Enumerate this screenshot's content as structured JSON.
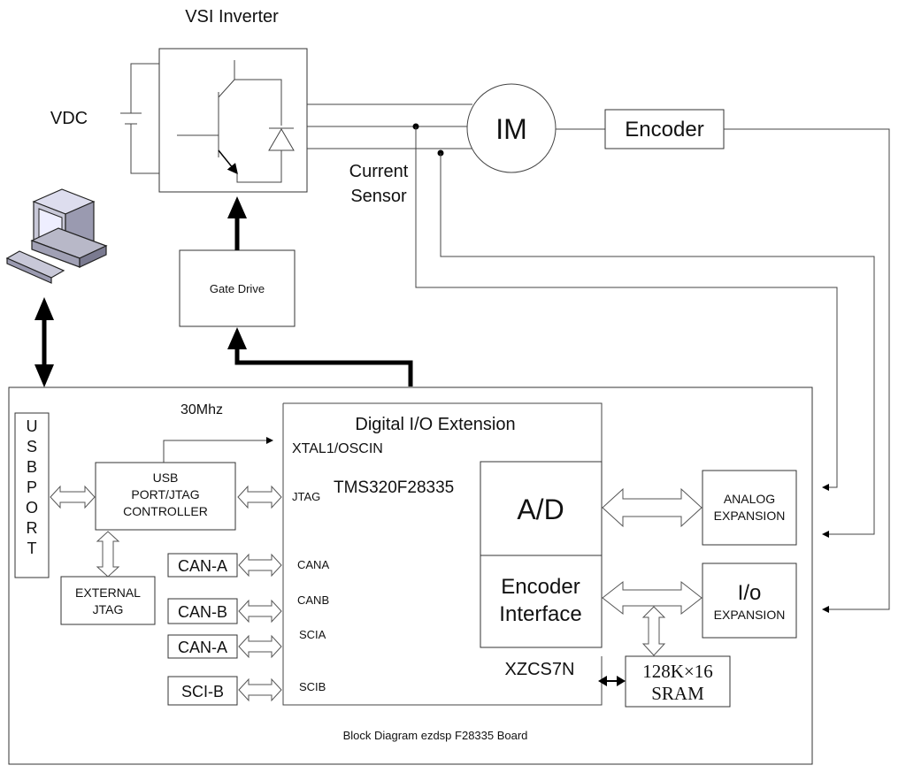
{
  "labels": {
    "vsi_inverter": "VSI Inverter",
    "vdc": "VDC",
    "im": "IM",
    "encoder": "Encoder",
    "current_sensor_1": "Current",
    "current_sensor_2": "Sensor",
    "gate_drive": "Gate Drive",
    "clock": "30Mhz",
    "usb_port": [
      "U",
      "S",
      "B",
      "P",
      "O",
      "R",
      "T"
    ],
    "usb_ctrl_1": "USB",
    "usb_ctrl_2": "PORT/JTAG",
    "usb_ctrl_3": "CONTROLLER",
    "ext_jtag_1": "EXTERNAL",
    "ext_jtag_2": "JTAG",
    "can_a_1": "CAN-A",
    "can_b": "CAN-B",
    "can_a_2": "CAN-A",
    "sci_b": "SCI-B",
    "digital_io": "Digital I/O Extension",
    "xtal": "XTAL1/OSCIN",
    "jtag": "JTAG",
    "dsp": "TMS320F28335",
    "cana": "CANA",
    "canb": "CANB",
    "scia": "SCIA",
    "scib": "SCIB",
    "ad": "A/D",
    "enc_if_1": "Encoder",
    "enc_if_2": "Interface",
    "xzcs": "XZCS7N",
    "analog_exp_1": "ANALOG",
    "analog_exp_2": "EXPANSION",
    "io_exp_1": "I/o",
    "io_exp_2": "EXPANSION",
    "sram_1": "128K×16",
    "sram_2": "SRAM",
    "caption": "Block Diagram ezdsp F28335 Board"
  }
}
